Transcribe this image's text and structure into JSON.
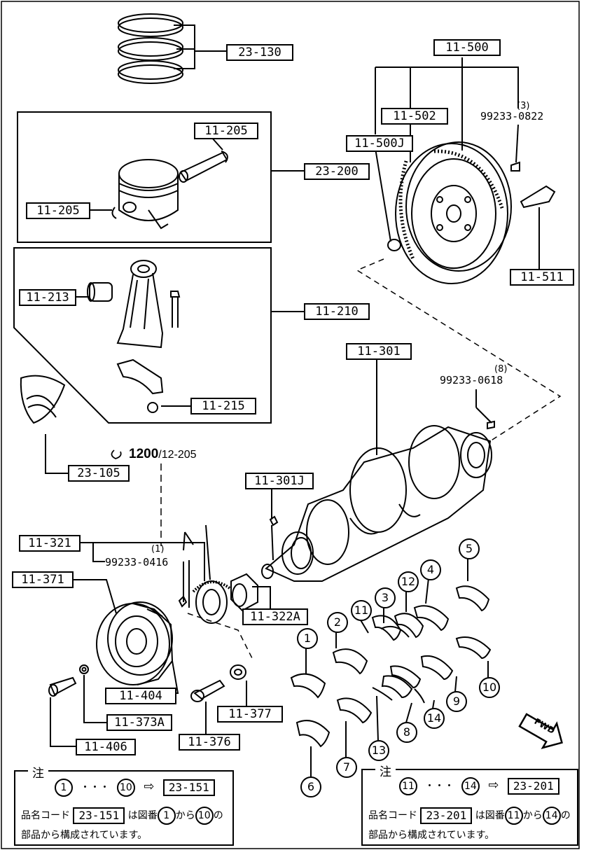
{
  "labels": {
    "rings": "23-130",
    "pin_clip_top": "11-205",
    "piston_assy": "23-200",
    "pin_clip_left": "11-205",
    "flywheel": "11-500",
    "ring_gear": "11-502",
    "flywheel_sub": "11-500J",
    "bolt_flywheel": "11-511",
    "conrod_bush": "11-213",
    "conrod_assy": "11-210",
    "conrod_nut": "11-215",
    "crankshaft": "11-301",
    "crank_key": "11-301J",
    "bearing_conrod": "23-105",
    "timing_pulley": "11-321",
    "pulley_hub": "11-322A",
    "crank_pulley": "11-371",
    "damper": "11-404",
    "washer_a": "11-373A",
    "bolt_a": "11-406",
    "bolt_b": "11-376",
    "washer_b": "11-377"
  },
  "part_numbers": {
    "flywheel_pin": "99233-0822",
    "flywheel_pin_qty": "(3)",
    "crank_pin": "99233-0618",
    "crank_pin_qty": "(8)",
    "pulley_key": "99233-0416",
    "pulley_key_qty": "(1)"
  },
  "reference": {
    "page": "1200",
    "sub": "/12-205"
  },
  "bearing_numbers": [
    "1",
    "2",
    "3",
    "4",
    "5",
    "6",
    "7",
    "8",
    "9",
    "10",
    "11",
    "12",
    "13",
    "14"
  ],
  "fwd_label": "FWD",
  "note_left": {
    "title": "注",
    "range_start": "1",
    "range_sep": "・・・",
    "range_end": "10",
    "arrow": "⇨",
    "code": "23-151",
    "line1_prefix": "品名コード",
    "line1_code": "23-151",
    "line1_mid": "は図番",
    "line1_from": "1",
    "line1_kara": "から",
    "line1_to": "10",
    "line1_no": "の",
    "line2": "部品から構成されています。"
  },
  "note_right": {
    "title": "注",
    "range_start": "11",
    "range_sep": "・・・",
    "range_end": "14",
    "arrow": "⇨",
    "code": "23-201",
    "line1_prefix": "品名コード",
    "line1_code": "23-201",
    "line1_mid": "は図番",
    "line1_from": "11",
    "line1_kara": "から",
    "line1_to": "14",
    "line1_no": "の",
    "line2": "部品から構成されています。"
  }
}
